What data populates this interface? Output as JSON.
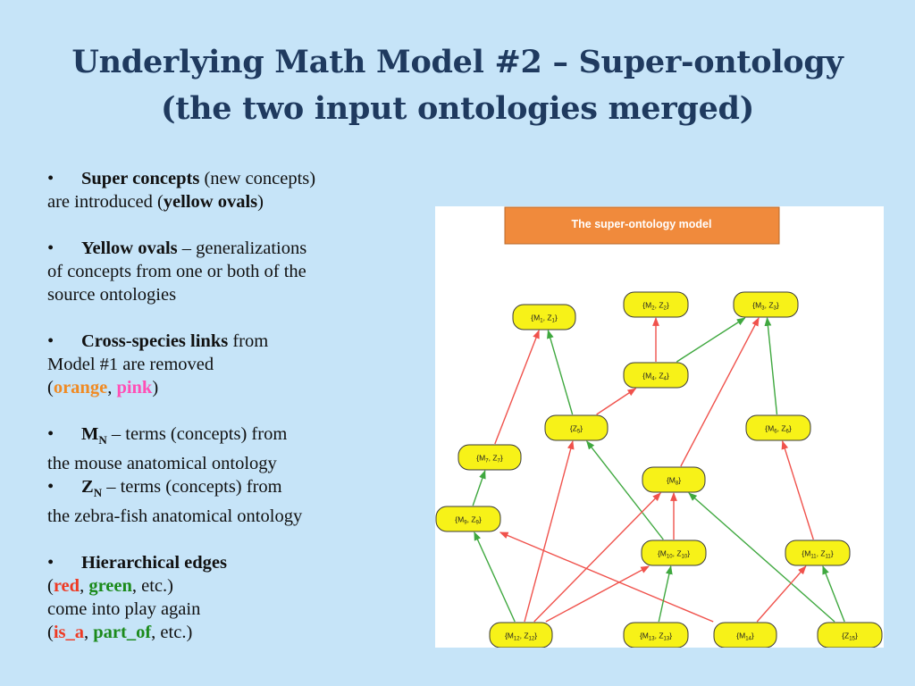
{
  "title": {
    "line1": "Underlying Math Model #2 – Super-ontology",
    "line2": "(the two input ontologies merged)"
  },
  "bullets": {
    "b1_bold": "Super concepts",
    "b1_rest": " (new concepts)",
    "b1_line2a": "are introduced (",
    "b1_bold2": "yellow ovals",
    "b1_line2b": ")",
    "b2_bold": "Yellow ovals",
    "b2_rest": " – generalizations",
    "b2_line2": "of concepts from one or both of the",
    "b2_line3": "source ontologies",
    "b3_bold": "Cross-species links",
    "b3_rest": " from",
    "b3_line2": "Model #1 are removed",
    "b3_open": "(",
    "b3_orange": "orange",
    "b3_comma": ", ",
    "b3_pink": "pink",
    "b3_close": ")",
    "b4_bold": "M",
    "b4_sub": "N",
    "b4_rest": " – terms (concepts) from",
    "b4_line2": "the mouse anatomical ontology",
    "b5_bold": "Z",
    "b5_sub": "N",
    "b5_rest": " – terms (concepts) from",
    "b5_line2": "the zebra-fish anatomical ontology",
    "b6_bold": "Hierarchical edges",
    "b6_open": "(",
    "b6_red": "red",
    "b6_comma": ", ",
    "b6_green": "green",
    "b6_rest": ", etc.)",
    "b6_line3": "come into play again",
    "b6_open2": "(",
    "b6_isa": "is_a",
    "b6_comma2": ", ",
    "b6_partof": "part_of",
    "b6_rest2": ", etc.)"
  },
  "diagram": {
    "header": "The super-ontology model",
    "colors": {
      "background": "#c6e4f8",
      "title": "#1f3a5f",
      "header_fill": "#f08a3c",
      "node_fill": "#f7f218",
      "red_edge": "#f0524c",
      "green_edge": "#3fa83f"
    },
    "nodes": [
      {
        "id": "m1z1",
        "m": "M",
        "ms": "1",
        "z": "Z",
        "zs": "1"
      },
      {
        "id": "m2z2",
        "m": "M",
        "ms": "2",
        "z": "Z",
        "zs": "2"
      },
      {
        "id": "m3z3",
        "m": "M",
        "ms": "3",
        "z": "Z",
        "zs": "3"
      },
      {
        "id": "m4z4",
        "m": "M",
        "ms": "4",
        "z": "Z",
        "zs": "4"
      },
      {
        "id": "z5",
        "m": "",
        "ms": "",
        "z": "Z",
        "zs": "5"
      },
      {
        "id": "m6z6",
        "m": "M",
        "ms": "6",
        "z": "Z",
        "zs": "6"
      },
      {
        "id": "m7z7",
        "m": "M",
        "ms": "7",
        "z": "Z",
        "zs": "7"
      },
      {
        "id": "m8",
        "m": "M",
        "ms": "8",
        "z": "",
        "zs": ""
      },
      {
        "id": "m9z9",
        "m": "M",
        "ms": "9",
        "z": "Z",
        "zs": "9"
      },
      {
        "id": "m10z10",
        "m": "M",
        "ms": "10",
        "z": "Z",
        "zs": "10"
      },
      {
        "id": "m11z11",
        "m": "M",
        "ms": "11",
        "z": "Z",
        "zs": "11"
      },
      {
        "id": "m12z12",
        "m": "M",
        "ms": "12",
        "z": "Z",
        "zs": "12"
      },
      {
        "id": "m13z13",
        "m": "M",
        "ms": "13",
        "z": "Z",
        "zs": "13"
      },
      {
        "id": "m14",
        "m": "M",
        "ms": "14",
        "z": "",
        "zs": ""
      },
      {
        "id": "z15",
        "m": "",
        "ms": "",
        "z": "Z",
        "zs": "15"
      }
    ],
    "edges": [
      {
        "from": "m7z7",
        "to": "m1z1",
        "color": "red"
      },
      {
        "from": "z5",
        "to": "m1z1",
        "color": "green"
      },
      {
        "from": "m4z4",
        "to": "m2z2",
        "color": "red"
      },
      {
        "from": "m4z4",
        "to": "m3z3",
        "color": "green"
      },
      {
        "from": "z5",
        "to": "m4z4",
        "color": "red"
      },
      {
        "from": "m8",
        "to": "m3z3",
        "color": "red"
      },
      {
        "from": "m6z6",
        "to": "m3z3",
        "color": "green"
      },
      {
        "from": "m9z9",
        "to": "m7z7",
        "color": "green"
      },
      {
        "from": "m12z12",
        "to": "m9z9",
        "color": "green"
      },
      {
        "from": "m12z12",
        "to": "z5",
        "color": "red"
      },
      {
        "from": "m10z10",
        "to": "z5",
        "color": "green"
      },
      {
        "from": "m10z10",
        "to": "m8",
        "color": "red"
      },
      {
        "from": "m12z12",
        "to": "m8",
        "color": "red"
      },
      {
        "from": "m14",
        "to": "m9z9",
        "color": "red"
      },
      {
        "from": "m12z12",
        "to": "m10z10",
        "color": "red"
      },
      {
        "from": "m13z13",
        "to": "m10z10",
        "color": "green"
      },
      {
        "from": "z15",
        "to": "m8",
        "color": "green"
      },
      {
        "from": "m11z11",
        "to": "m6z6",
        "color": "red"
      },
      {
        "from": "m14",
        "to": "m11z11",
        "color": "red"
      },
      {
        "from": "z15",
        "to": "m11z11",
        "color": "green"
      }
    ]
  }
}
